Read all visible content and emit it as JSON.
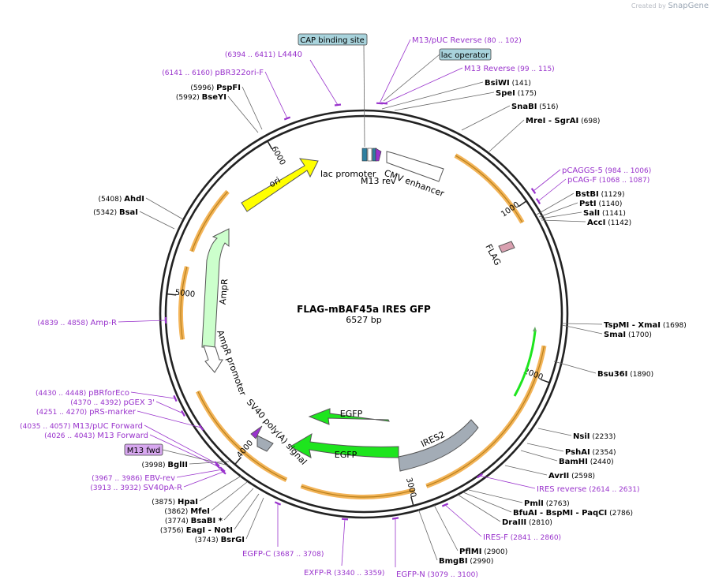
{
  "credit": {
    "prefix": "Created by",
    "brand": "SnapGene"
  },
  "plasmid": {
    "name": "FLAG-mBAF45a IRES GFP",
    "length": 6527,
    "length_label": "6527 bp"
  },
  "colors": {
    "backbone": "#222222",
    "primer": "#9933cc",
    "site_label": "#000000",
    "feature_label": "#000000",
    "orange_arc": "#f3b458",
    "orange_arc_edge": "#b8801c",
    "ori": "#ffff00",
    "ampr": "#ccffcc",
    "egfp": "#1ee51e",
    "ires2": "#a3acb6",
    "sv40": "#a3acb6",
    "flag": "#d9a0b0",
    "cmv": "#ffffff",
    "tag_fill": "#a8d3dc",
    "m13fwd_fill": "#d8a8f0",
    "leader": "#666666",
    "credit": "#9aa6b4"
  },
  "ticks": [
    "1000",
    "2000",
    "3000",
    "4000",
    "5000",
    "6000"
  ],
  "restriction_sites": [
    {
      "name": "BsiWI",
      "pos": "(141)"
    },
    {
      "name": "SpeI",
      "pos": "(175)"
    },
    {
      "name": "SnaBI",
      "pos": "(516)"
    },
    {
      "name": "MreI",
      "extra": "- SgrAI",
      "pos": "(698)"
    },
    {
      "name": "BstBI",
      "pos": "(1129)"
    },
    {
      "name": "PstI",
      "pos": "(1140)"
    },
    {
      "name": "SalI",
      "pos": "(1141)"
    },
    {
      "name": "AccI",
      "pos": "(1142)"
    },
    {
      "name": "TspMI",
      "extra": "- XmaI",
      "pos": "(1698)"
    },
    {
      "name": "SmaI",
      "pos": "(1700)"
    },
    {
      "name": "Bsu36I",
      "pos": "(1890)"
    },
    {
      "name": "NsiI",
      "pos": "(2233)"
    },
    {
      "name": "PshAI",
      "pos": "(2354)"
    },
    {
      "name": "BamHI",
      "pos": "(2440)"
    },
    {
      "name": "AvrII",
      "pos": "(2598)"
    },
    {
      "name": "PmlI",
      "pos": "(2763)"
    },
    {
      "name": "BfuAI",
      "extra": "- BspMI  - PaqCI",
      "pos": "(2786)"
    },
    {
      "name": "DraIII",
      "pos": "(2810)"
    },
    {
      "name": "PflMI",
      "pos": "(2900)"
    },
    {
      "name": "BmgBI",
      "pos": "(2990)"
    },
    {
      "name": "BglII",
      "pos": "(3998)"
    },
    {
      "name": "HpaI",
      "pos": "(3875)"
    },
    {
      "name": "MfeI",
      "pos": "(3862)"
    },
    {
      "name": "BsaBI *",
      "pos": "(3774)"
    },
    {
      "name": "EagI  - NotI",
      "pos": "(3756)"
    },
    {
      "name": "BsrGI",
      "pos": "(3743)"
    },
    {
      "name": "AhdI",
      "pos": "(5408)"
    },
    {
      "name": "BsaI",
      "pos": "(5342)"
    },
    {
      "name": "PspFI",
      "pos": "(5996)"
    },
    {
      "name": "BseYI",
      "pos": "(5992)"
    }
  ],
  "primers": [
    {
      "name": "M13/pUC Reverse",
      "range": "(80 .. 102)"
    },
    {
      "name": "M13 Reverse",
      "range": "(99 .. 115)"
    },
    {
      "name": "pCAGGS-5",
      "range": "(984 .. 1006)"
    },
    {
      "name": "pCAG-F",
      "range": "(1068 .. 1087)"
    },
    {
      "name": "IRES reverse",
      "range": "(2614 .. 2631)"
    },
    {
      "name": "IRES-F",
      "range": "(2841 .. 2860)"
    },
    {
      "name": "EGFP-N",
      "range": "(3079 .. 3100)"
    },
    {
      "name": "EXFP-R",
      "range": "(3340 .. 3359)"
    },
    {
      "name": "EGFP-C",
      "range": "(3687 .. 3708)"
    },
    {
      "name": "SV40pA-R",
      "range": "(3913 .. 3932)"
    },
    {
      "name": "EBV-rev",
      "range": "(3967 .. 3986)"
    },
    {
      "name": "M13 Forward",
      "range": "(4026 .. 4043)"
    },
    {
      "name": "M13/pUC Forward",
      "range": "(4035 .. 4057)"
    },
    {
      "name": "pRS-marker",
      "range": "(4251 .. 4270)"
    },
    {
      "name": "pGEX 3'",
      "range": "(4370 .. 4392)"
    },
    {
      "name": "pBRforEco",
      "range": "(4430 .. 4448)"
    },
    {
      "name": "Amp-R",
      "range": "(4839 .. 4858)"
    },
    {
      "name": "pBR322ori-F",
      "range": "(6141 .. 6160)"
    },
    {
      "name": "L4440",
      "range": "(6394 .. 6411)"
    }
  ],
  "tags": {
    "cap": "CAP binding site",
    "lac_operator": "lac operator",
    "m13_fwd": "M13 fwd"
  },
  "features": {
    "lac_promoter": "lac promoter",
    "m13_rev": "M13 rev",
    "cmv": "CMV enhancer",
    "flag": "FLAG",
    "ori": "ori",
    "ampr": "AmpR",
    "ampr_promoter": "AmpR promoter",
    "sv40": "SV40 poly(A) signal",
    "egfp_inner": "EGFP",
    "egfp_outer": "EGFP",
    "ires2": "IRES2"
  }
}
